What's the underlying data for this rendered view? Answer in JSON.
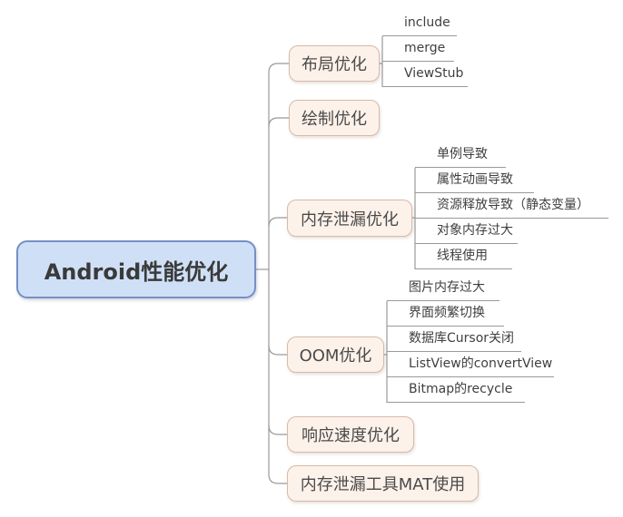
{
  "title": "Android性能优化 mind map",
  "root": {
    "label": "Android性能优化"
  },
  "branches": [
    {
      "label": "布局优化",
      "children": [
        "include",
        "merge",
        "ViewStub"
      ]
    },
    {
      "label": "绘制优化",
      "children": []
    },
    {
      "label": "内存泄漏优化",
      "children": [
        "单例导致",
        "属性动画导致",
        "资源释放导致（静态变量）",
        "对象内存过大",
        "线程使用"
      ]
    },
    {
      "label": "OOM优化",
      "children": [
        "图片内存过大",
        "界面频繁切换",
        "数据库Cursor关闭",
        "ListView的convertView",
        "Bitmap的recycle"
      ]
    },
    {
      "label": "响应速度优化",
      "children": []
    },
    {
      "label": "内存泄漏工具MAT使用",
      "children": []
    }
  ],
  "colors": {
    "root_fill": "#cfe0f6",
    "root_border": "#7590c4",
    "branch_fill": "#fdf2ea",
    "branch_border": "#d5baa9",
    "connector_line": "#999999",
    "text": "#3f3f3f",
    "background": "#ffffff"
  }
}
